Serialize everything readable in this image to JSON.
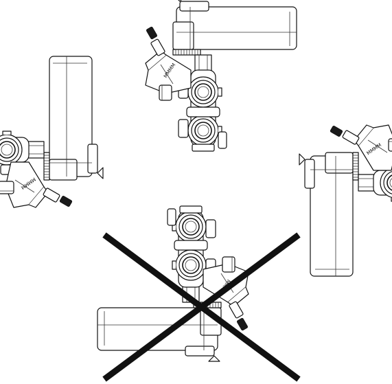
{
  "figure": {
    "subject": "actuator-valve-assembly-mounting-orientations",
    "views": [
      {
        "id": "view-top",
        "orientation": "actuator-up",
        "allowed": true
      },
      {
        "id": "view-left",
        "orientation": "actuator-left",
        "allowed": true
      },
      {
        "id": "view-right",
        "orientation": "actuator-right",
        "allowed": true
      },
      {
        "id": "view-bottom",
        "orientation": "actuator-down",
        "allowed": false
      }
    ]
  },
  "colors": {
    "line": "#111111",
    "background": "#ffffff",
    "prohibited_cross": "#111111"
  },
  "icons": {
    "prohibited": "cross-mark-icon"
  }
}
